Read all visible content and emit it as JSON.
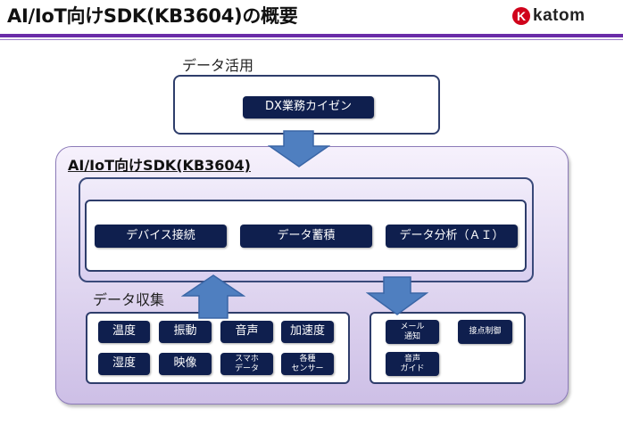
{
  "header": {
    "title": "AI/IoT向けSDK(KB3604)の概要",
    "logo_mark": "K",
    "logo_text": "katom",
    "brand_color": "#6a2ca8",
    "logo_color": "#d0021b"
  },
  "usage": {
    "label": "データ活用",
    "chip": "DX業務カイゼン"
  },
  "sdk": {
    "title": "AI/IoT向けSDK(KB3604)",
    "functions": [
      "デバイス接続",
      "データ蓄積",
      "データ分析（ＡＩ）"
    ]
  },
  "collection": {
    "label": "データ収集",
    "sensors": [
      "温度",
      "振動",
      "音声",
      "加速度",
      "湿度",
      "映像",
      "スマホ\nデータ",
      "各種\nセンサー"
    ]
  },
  "outputs": {
    "items": [
      "メール\n通知",
      "接点制御",
      "音声\nガイド"
    ]
  },
  "colors": {
    "chip": "#0f1f4e",
    "arrow": "#4f7fc0",
    "border": "#2e3d6b"
  }
}
